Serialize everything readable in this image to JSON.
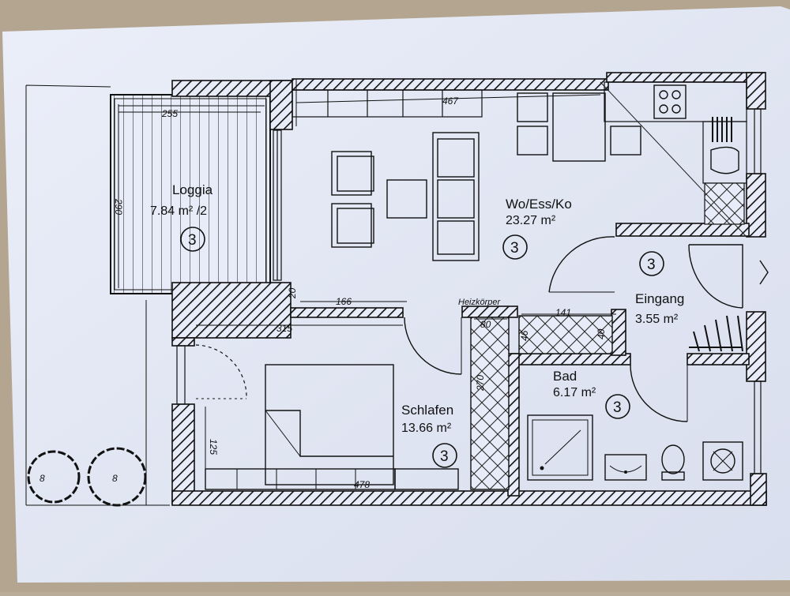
{
  "rooms": {
    "loggia": {
      "name": "Loggia",
      "area": "7.84 m² /2",
      "badge": "3"
    },
    "wohnen": {
      "name": "Wo/Ess/Ko",
      "area": "23.27 m²",
      "badge": "3"
    },
    "eingang": {
      "name": "Eingang",
      "area": "3.55 m²",
      "badge": "3"
    },
    "bad": {
      "name": "Bad",
      "area": "6.17 m²",
      "badge": "3"
    },
    "schlafen": {
      "name": "Schlafen",
      "area": "13.66 m²",
      "badge": "3"
    }
  },
  "dimensions": {
    "loggia_width": "255",
    "loggia_depth": "290",
    "wohnen_width": "467",
    "wohnen_lower": "166",
    "step_small": "20",
    "schlafen_width": "315",
    "schlafen_depth": "125",
    "schlafen_bottom": "478",
    "shaft_w": "80",
    "shaft_h": "270",
    "bad_top": "141",
    "bad_left": "46",
    "bad_right": "40"
  },
  "labels": {
    "heater": "Heizkörper"
  },
  "trees": {
    "left": "8",
    "right": "8"
  },
  "colors": {
    "paper": "#e8ecf8",
    "ink": "#111111",
    "table": "#b9ac98"
  }
}
